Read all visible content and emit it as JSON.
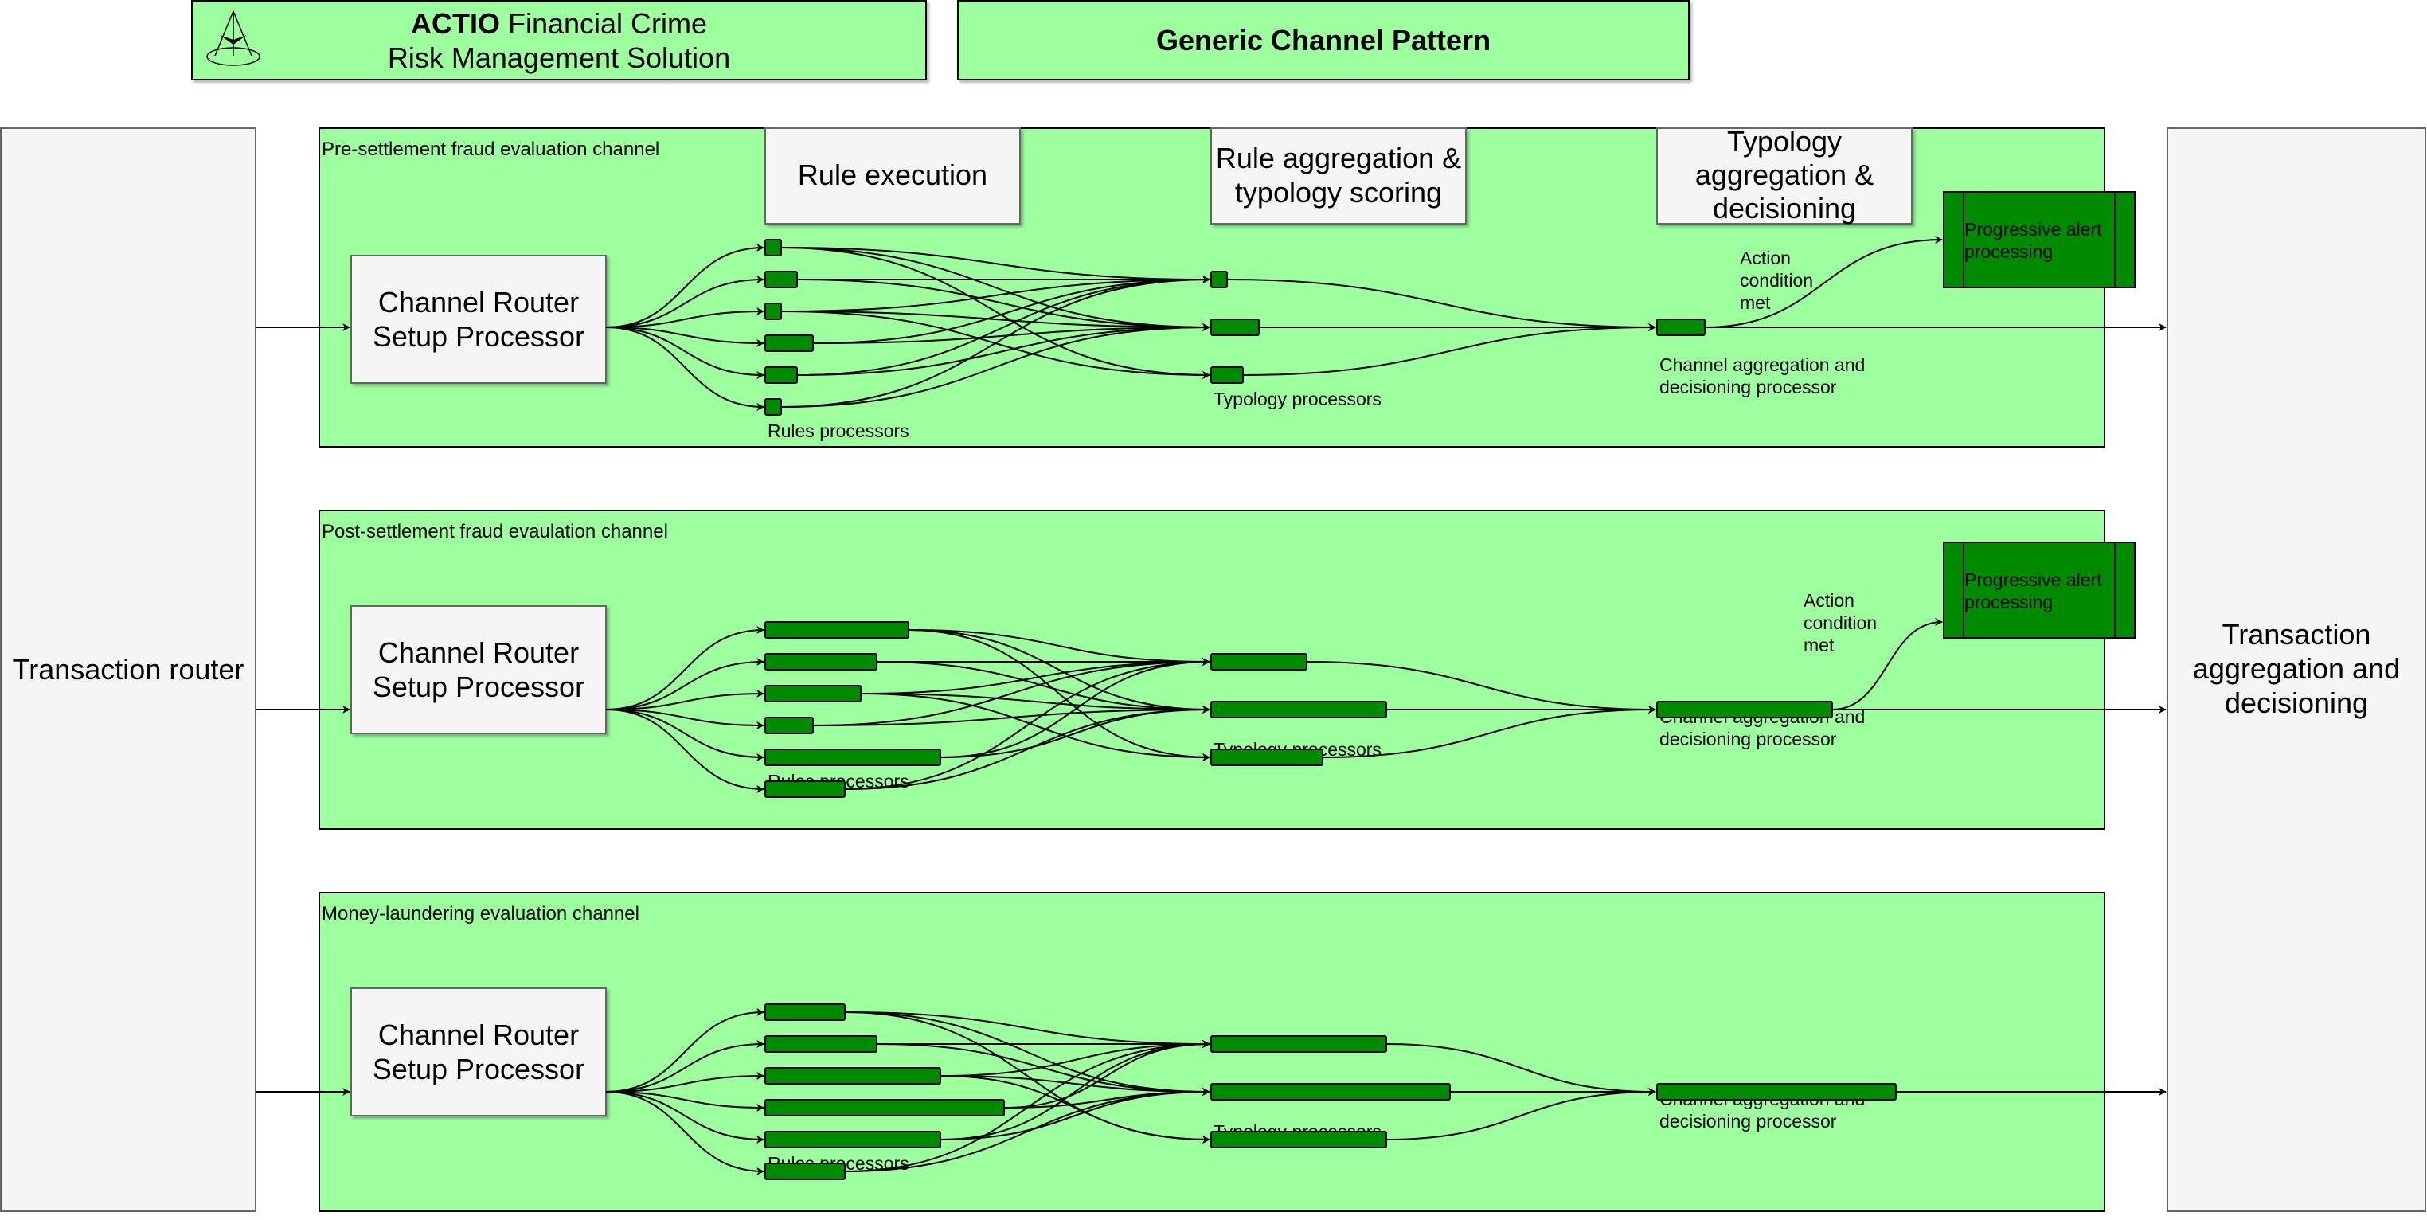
{
  "header": {
    "brand_bold": "ACTIO",
    "brand_rest": " Financial Crime",
    "brand_line2": "Risk Management Solution",
    "pattern_title": "Generic Channel Pattern",
    "logo_icon": "scales-icon"
  },
  "left_panel": {
    "label": "Transaction router"
  },
  "right_panel": {
    "line1": "Transaction",
    "line2": "aggregation and",
    "line3": "decisioning"
  },
  "column_headers": {
    "rule_execution": "Rule execution",
    "rule_aggregation": {
      "line1": "Rule aggregation &",
      "line2": "typology scoring"
    },
    "typology_aggregation": {
      "line1": "Typology",
      "line2": "aggregation &",
      "line3": "decisioning"
    }
  },
  "channels": [
    {
      "title": "Pre-settlement fraud evaluation channel",
      "router": {
        "line1": "Channel Router",
        "line2": "Setup Processor"
      },
      "rules_label": "Rules processors",
      "typology_label": "Typology processors",
      "cad": {
        "line1": "Channel aggregation and",
        "line2": "decisioning processor"
      },
      "alert": {
        "line1": "Progressive alert",
        "line2": "processing"
      },
      "action": {
        "line1": "Action",
        "line2": "condition",
        "line3": "met"
      }
    },
    {
      "title": "Post-settlement fraud evaulation channel",
      "router": {
        "line1": "Channel Router",
        "line2": "Setup Processor"
      },
      "rules_label": "Rules processors",
      "typology_label": "Typology processors",
      "cad": {
        "line1": "Channel aggregation and",
        "line2": "decisioning processor"
      },
      "alert": {
        "line1": "Progressive alert",
        "line2": "processing"
      },
      "action": {
        "line1": "Action",
        "line2": "condition",
        "line3": "met"
      }
    },
    {
      "title": "Money-laundering evaluation channel",
      "router": {
        "line1": "Channel Router",
        "line2": "Setup Processor"
      },
      "rules_label": "Rules processors",
      "typology_label": "Typology processors",
      "cad": {
        "line1": "Channel aggregation and",
        "line2": "decisioning processor"
      }
    }
  ],
  "colors": {
    "channel_fill": "#9eff9e",
    "processor_fill": "#008a00",
    "panel_fill": "#f5f5f5"
  }
}
